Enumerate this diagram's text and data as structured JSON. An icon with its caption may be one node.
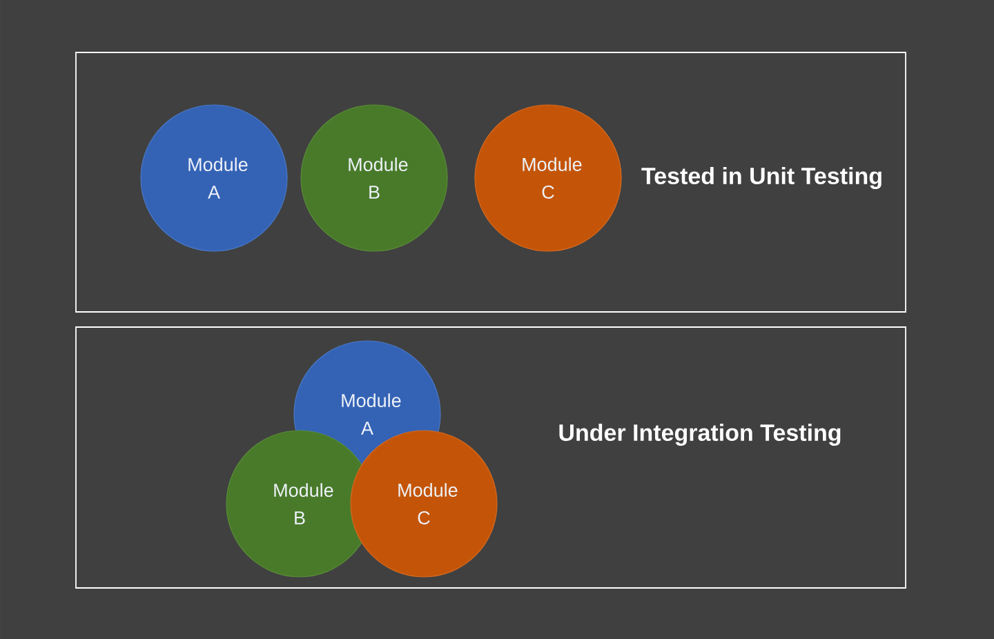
{
  "diagram": {
    "nodes": [
      {
        "text": [
          "Tested in Unit Testing"
        ]
      },
      {
        "text": [
          "Module A"
        ],
        "in": 0
      },
      {
        "text": [
          "Module B"
        ],
        "in": 0
      },
      {
        "text": [
          "Module C"
        ],
        "in": 0
      },
      {
        "text": [
          "Under Integration Testing"
        ]
      },
      {
        "text": [
          "Module A"
        ],
        "in": 4
      },
      {
        "text": [
          "Module B"
        ],
        "in": 4
      },
      {
        "text": [
          "Module C"
        ],
        "in": 4
      }
    ]
  }
}
